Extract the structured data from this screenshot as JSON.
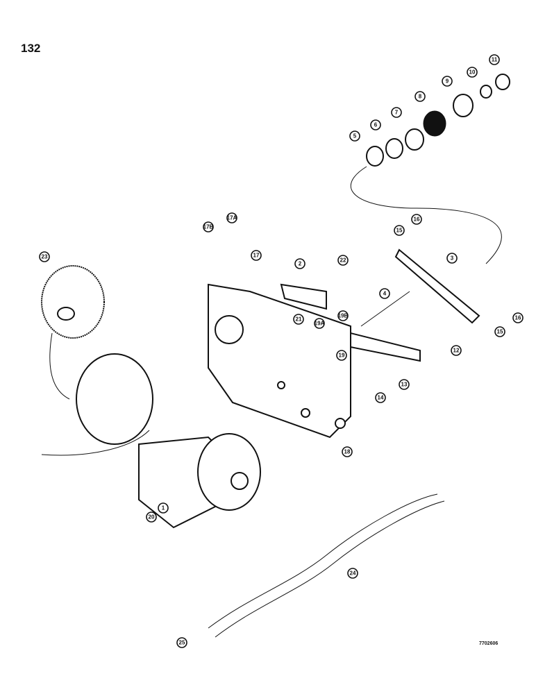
{
  "page_number": "132",
  "figure_code": "7702606",
  "callouts": [
    "1",
    "2",
    "3",
    "4",
    "5",
    "6",
    "7",
    "8",
    "9",
    "10",
    "11",
    "12",
    "13",
    "14",
    "15",
    "15",
    "16",
    "16",
    "17",
    "17A",
    "17B",
    "18",
    "19",
    "19A",
    "19B",
    "20",
    "21",
    "22",
    "23",
    "24",
    "25"
  ]
}
